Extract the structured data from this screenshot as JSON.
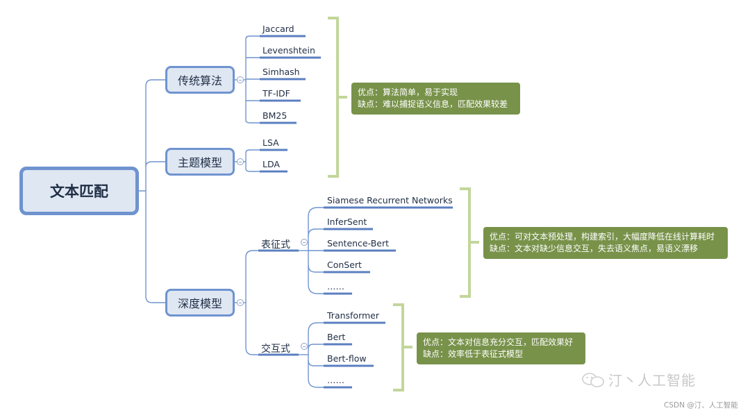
{
  "root": {
    "label": "文本匹配"
  },
  "traditional": {
    "label": "传统算法",
    "items": [
      "Jaccard",
      "Levenshtein",
      "Simhash",
      "TF-IDF",
      "BM25"
    ]
  },
  "topic": {
    "label": "主题模型",
    "items": [
      "LSA",
      "LDA"
    ]
  },
  "deep": {
    "label": "深度模型",
    "representation": {
      "label": "表征式",
      "items": [
        "Siamese Recurrent Networks",
        "InferSent",
        "Sentence-Bert",
        "ConSert",
        "……"
      ],
      "note": [
        "优点：可对文本预处理，构建索引，大幅度降低在线计算耗时",
        "缺点：文本对缺少信息交互，失去语义焦点，易语义漂移"
      ]
    },
    "interaction": {
      "label": "交互式",
      "items": [
        "Transformer",
        "Bert",
        "Bert-flow",
        "……"
      ],
      "note": [
        "优点：文本对信息充分交互，匹配效果好",
        "缺点：效率低于表征式模型"
      ]
    }
  },
  "traditional_note": [
    "优点：算法简单，易于实现",
    "缺点：难以捕捉语义信息，匹配效果较差"
  ],
  "watermark": {
    "brand": "汀丶人工智能",
    "footer": "CSDN @汀、人工智能"
  },
  "colors": {
    "node_border": "#6f93cf",
    "node_fill": "#dfe7f3",
    "bracket": "#c3d69b",
    "note_fill": "#78924a"
  }
}
